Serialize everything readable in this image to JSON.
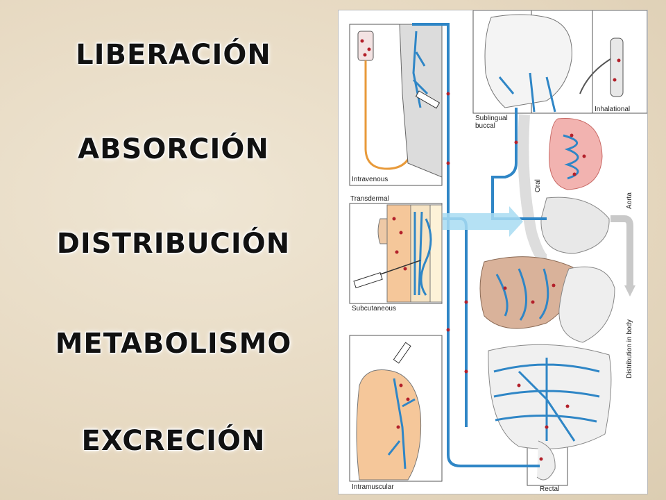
{
  "stages": [
    "LIBERACIÓN",
    "ABSORCIÓN",
    "DISTRIBUCIÓN",
    "METABOLISMO",
    "EXCRECIÓN"
  ],
  "figure": {
    "labels": {
      "intravenous": "Intravenous",
      "transdermal": "Transdermal",
      "subcutaneous": "Subcutaneous",
      "intramuscular": "Intramuscular",
      "sublingual_line1": "Sublingual",
      "sublingual_line2": "buccal",
      "inhalational": "Inhalational",
      "oral": "Oral",
      "aorta": "Aorta",
      "distribution": "Distribution in body",
      "rectal": "Rectal"
    },
    "colors": {
      "vessel": "#2f86c6",
      "drug_dot": "#b3202a",
      "skin": "#f5c79a",
      "liver": "#d9b29a",
      "gut": "#e8e8e8",
      "lung": "#f2b3b0",
      "iv_tube": "#e89a3a",
      "flow_arrow": "#a8dcf2"
    }
  }
}
